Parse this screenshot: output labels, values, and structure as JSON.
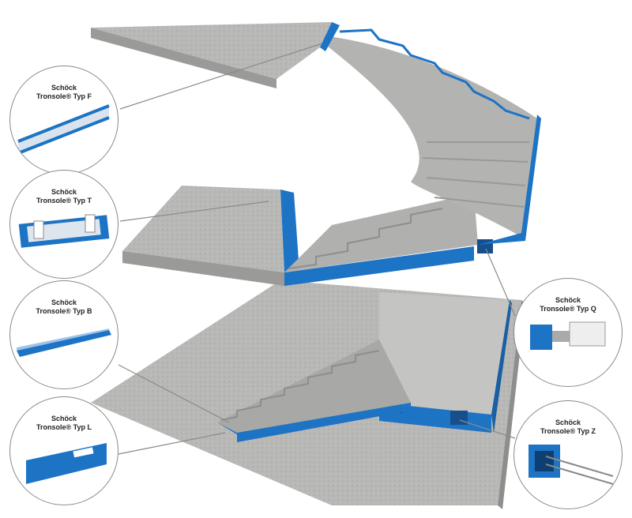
{
  "brand": "Schöck",
  "callouts": [
    {
      "brand": "Schöck",
      "name": "Tronsole® Typ F"
    },
    {
      "brand": "Schöck",
      "name": "Tronsole® Typ T"
    },
    {
      "brand": "Schöck",
      "name": "Tronsole® Typ B"
    },
    {
      "brand": "Schöck",
      "name": "Tronsole® Typ L"
    },
    {
      "brand": "Schöck",
      "name": "Tronsole® Typ Q"
    },
    {
      "brand": "Schöck",
      "name": "Tronsole® Typ Z"
    }
  ],
  "colors": {
    "concrete": "#b9b9b7",
    "concrete_dark": "#9c9c9a",
    "blue": "#1d73c4",
    "line": "#8a8a8a"
  }
}
